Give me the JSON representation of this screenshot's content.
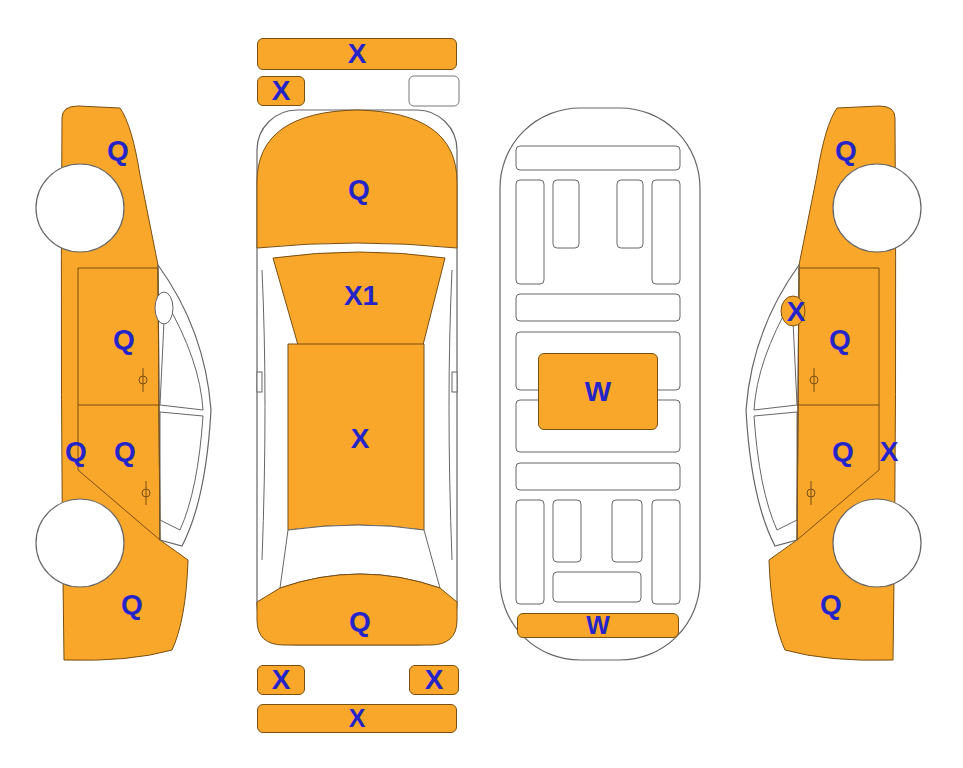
{
  "diagram": {
    "nodes": [
      {
        "text": [
          "X"
        ]
      },
      {
        "text": [
          "X"
        ]
      },
      {
        "text": [
          "Q"
        ]
      },
      {
        "text": [
          "Q"
        ]
      },
      {
        "text": [
          "Q"
        ]
      },
      {
        "text": [
          "Q"
        ]
      },
      {
        "text": [
          "Q"
        ]
      },
      {
        "text": [
          "Q"
        ]
      },
      {
        "text": [
          "X1"
        ]
      },
      {
        "text": [
          "X"
        ]
      },
      {
        "text": [
          "Q"
        ]
      },
      {
        "text": [
          "W"
        ]
      },
      {
        "text": [
          "W"
        ]
      },
      {
        "text": [
          "Q"
        ]
      },
      {
        "text": [
          "X"
        ]
      },
      {
        "text": [
          "Q"
        ]
      },
      {
        "text": [
          "Q"
        ]
      },
      {
        "text": [
          "X"
        ]
      },
      {
        "text": [
          "Q"
        ]
      },
      {
        "text": [
          "X"
        ]
      },
      {
        "text": [
          "X"
        ]
      },
      {
        "text": [
          "X"
        ]
      }
    ]
  }
}
